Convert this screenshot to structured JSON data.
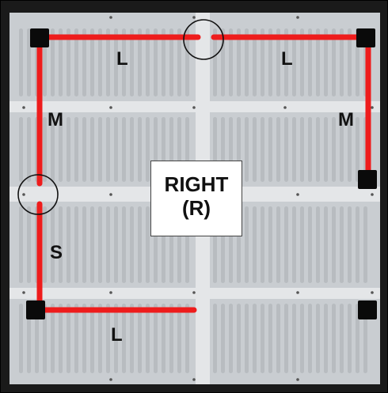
{
  "labels": {
    "top_left_segment": "L",
    "top_right_segment": "L",
    "left_upper_segment": "M",
    "right_segment": "M",
    "left_lower_segment": "S",
    "bottom_segment": "L"
  },
  "center_box": {
    "line1": "RIGHT",
    "line2": "(R)"
  },
  "colors": {
    "frame": "#1a1a1a",
    "panel": "#c9cdd1",
    "rib": "#e4e6e8",
    "slot": "#a9aeb3",
    "highlight_line": "#ee1c1c",
    "corner_pad": "#0a0a0a",
    "circle": "#111111"
  }
}
